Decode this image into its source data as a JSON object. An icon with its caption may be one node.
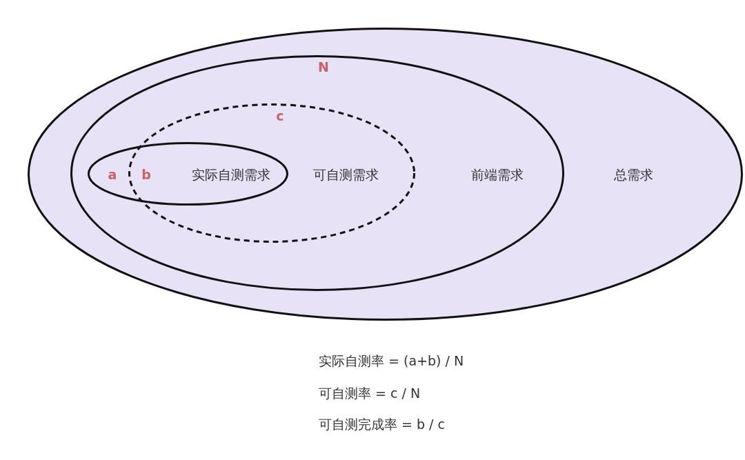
{
  "diagram": {
    "nodes": [
      {
        "text": [
          "总需求"
        ]
      },
      {
        "text": [
          "N",
          "前端需求"
        ],
        "in": 0
      },
      {
        "text": [
          "c",
          "可自测需求"
        ],
        "in": 1
      },
      {
        "text": [
          "a",
          "b",
          "实际自测需求"
        ],
        "in": 1
      }
    ],
    "labels": [
      "实际自测率 = (a+b) / N",
      "可自测率 = c / N",
      "可自测完成率 = b / c"
    ]
  }
}
